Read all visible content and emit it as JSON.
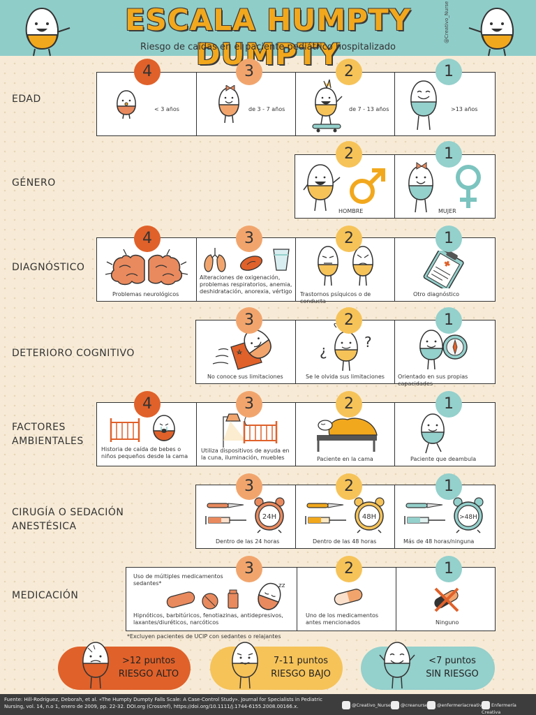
{
  "header": {
    "title": "ESCALA HUMPTY DUMPTY",
    "subtitle": "Riesgo de caídas en el paciente pediátrico hospitalizado",
    "handle": "@Creativo_Nurse"
  },
  "rows": [
    {
      "label": "EDAD",
      "cells": [
        {
          "score": "4",
          "text": "< 3 años"
        },
        {
          "score": "3",
          "text": "de 3 - 7 años"
        },
        {
          "score": "2",
          "text": "de 7 - 13 años"
        },
        {
          "score": "1",
          "text": ">13 años"
        }
      ]
    },
    {
      "label": "GÉNERO",
      "cells": [
        {
          "score": "2",
          "text": "HOMBRE"
        },
        {
          "score": "1",
          "text": "MUJER"
        }
      ]
    },
    {
      "label": "DIAGNÓSTICO",
      "cells": [
        {
          "score": "4",
          "text": "Problemas neurológicos"
        },
        {
          "score": "3",
          "text": "Alteraciones de oxigenación, problemas respiratorios, anemia, deshidratación, anorexia, vértigo"
        },
        {
          "score": "2",
          "text": "Trastornos psíquicos o de conducta"
        },
        {
          "score": "1",
          "text": "Otro diagnóstico"
        }
      ]
    },
    {
      "label": "DETERIORO COGNITIVO",
      "cells": [
        {
          "score": "3",
          "text": "No conoce sus limitaciones"
        },
        {
          "score": "2",
          "text": "Se le olvida sus limitaciones"
        },
        {
          "score": "1",
          "text": "Orientado en sus propias capacidades"
        }
      ]
    },
    {
      "label": "FACTORES\nAMBIENTALES",
      "cells": [
        {
          "score": "4",
          "text": "Historia de caída de bebes o niños pequeños desde la cama"
        },
        {
          "score": "3",
          "text": "Utiliza dispositivos de ayuda en la cuna, iluminación, muebles"
        },
        {
          "score": "2",
          "text": "Paciente en la cama"
        },
        {
          "score": "1",
          "text": "Paciente que deambula"
        }
      ]
    },
    {
      "label": "CIRUGÍA O SEDACIÓN\nANESTÉSICA",
      "cells": [
        {
          "score": "3",
          "text": "Dentro de las 24 horas",
          "clock": "24H"
        },
        {
          "score": "2",
          "text": "Dentro de las 48 horas",
          "clock": "48H"
        },
        {
          "score": "1",
          "text": "Más de 48 horas/ninguna",
          "clock": ">48H"
        }
      ]
    },
    {
      "label": "MEDICACIÓN",
      "cells": [
        {
          "score": "3",
          "text_top": "Uso de múltiples medicamentos sedantes*",
          "text": "Hipnóticos, barbitúricos, fenotiazinas, antidepresivos, laxantes/diuréticos, narcóticos"
        },
        {
          "score": "2",
          "text": "Uno de los medicamentos antes mencionados"
        },
        {
          "score": "1",
          "text": "Ninguno"
        }
      ]
    }
  ],
  "note": "*Excluyen pacientes de UCIP con sedantes o relajantes",
  "summary": [
    {
      "range": ">12 puntos",
      "risk": "RIESGO ALTO"
    },
    {
      "range": "7-11 puntos",
      "risk": "RIESGO BAJO"
    },
    {
      "range": "<7 puntos",
      "risk": "SIN RIESGO"
    }
  ],
  "footer": {
    "source": "Fuente: Hill-Rodriguez, Deborah, et al. «The Humpty Dumpty Falls Scale: A Case-Control Study». Journal for Specialists in Pediatric Nursing, vol. 14, n.o 1, enero de 2009, pp. 22-32. DOI.org (Crossref), https://doi.org/10.1111/j.1744-6155.2008.00166.x.",
    "social": [
      "@Creativo_Nurse",
      "@creanurse",
      "@enfermeriacreativa",
      "Enfermería Creativa"
    ]
  },
  "colors": {
    "score4": "#e0612a",
    "score3": "#f1a56d",
    "score2": "#f6c359",
    "score1": "#94d0cc",
    "header": "#8fcdc9",
    "footer": "#3d3d3d"
  }
}
